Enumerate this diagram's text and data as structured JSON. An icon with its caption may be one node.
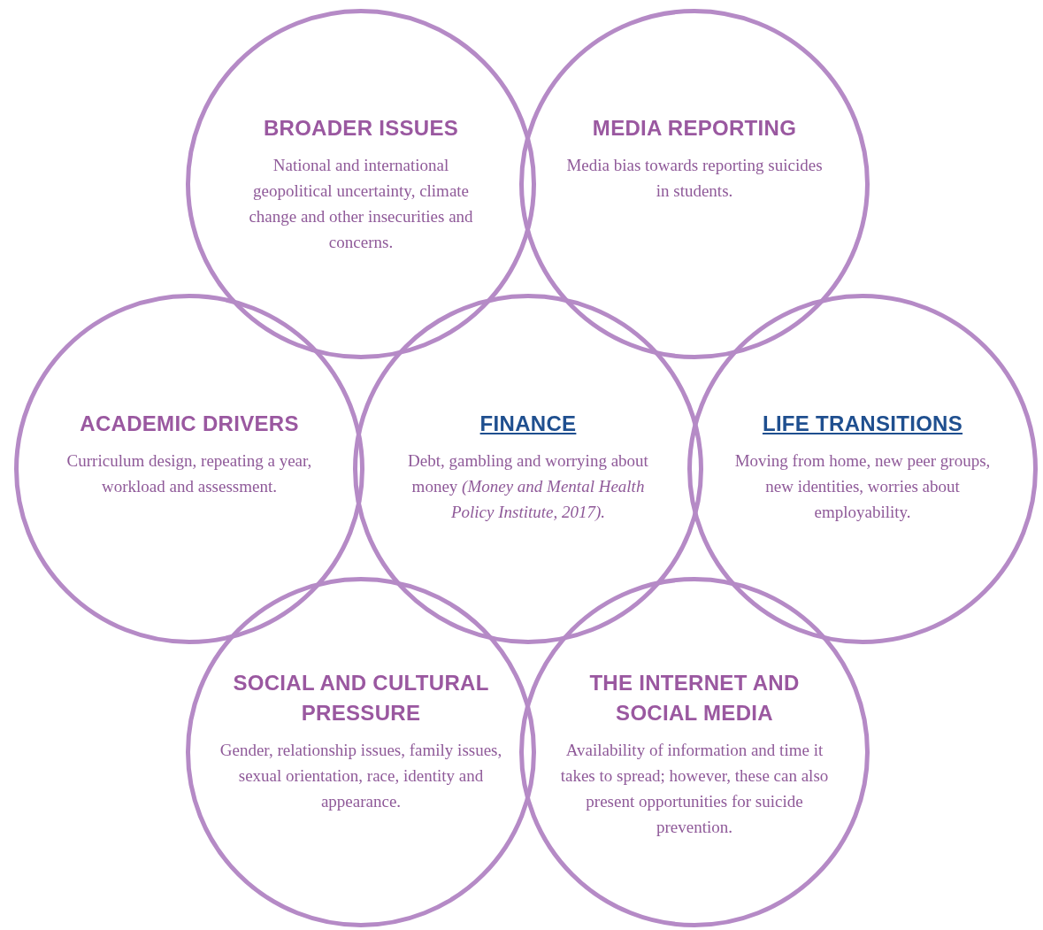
{
  "diagram": {
    "nodes": [
      {
        "text": [
          "BROADER ISSUES",
          "National and international geopolitical uncertainty, climate change and other insecurities and concerns."
        ]
      },
      {
        "text": [
          "MEDIA REPORTING",
          "Media bias towards reporting suicides in students."
        ]
      },
      {
        "text": [
          "ACADEMIC DRIVERS",
          "Curriculum design, repeating a year, workload and assessment."
        ]
      },
      {
        "text": [
          "FINANCE",
          "Debt, gambling and worrying about money *(Money and Mental Health Policy Institute, 2017).*"
        ]
      },
      {
        "text": [
          "LIFE TRANSITIONS",
          "Moving from home, new peer groups, new identities, worries about employability."
        ]
      },
      {
        "text": [
          "SOCIAL AND CULTURAL PRESSURE",
          "Gender, relationship issues, family issues, sexual orientation, race, identity and appearance."
        ]
      },
      {
        "text": [
          "THE INTERNET AND SOCIAL MEDIA",
          "Availability of information and time it takes to spread; however, these can also present opportunities for suicide prevention."
        ]
      }
    ]
  }
}
